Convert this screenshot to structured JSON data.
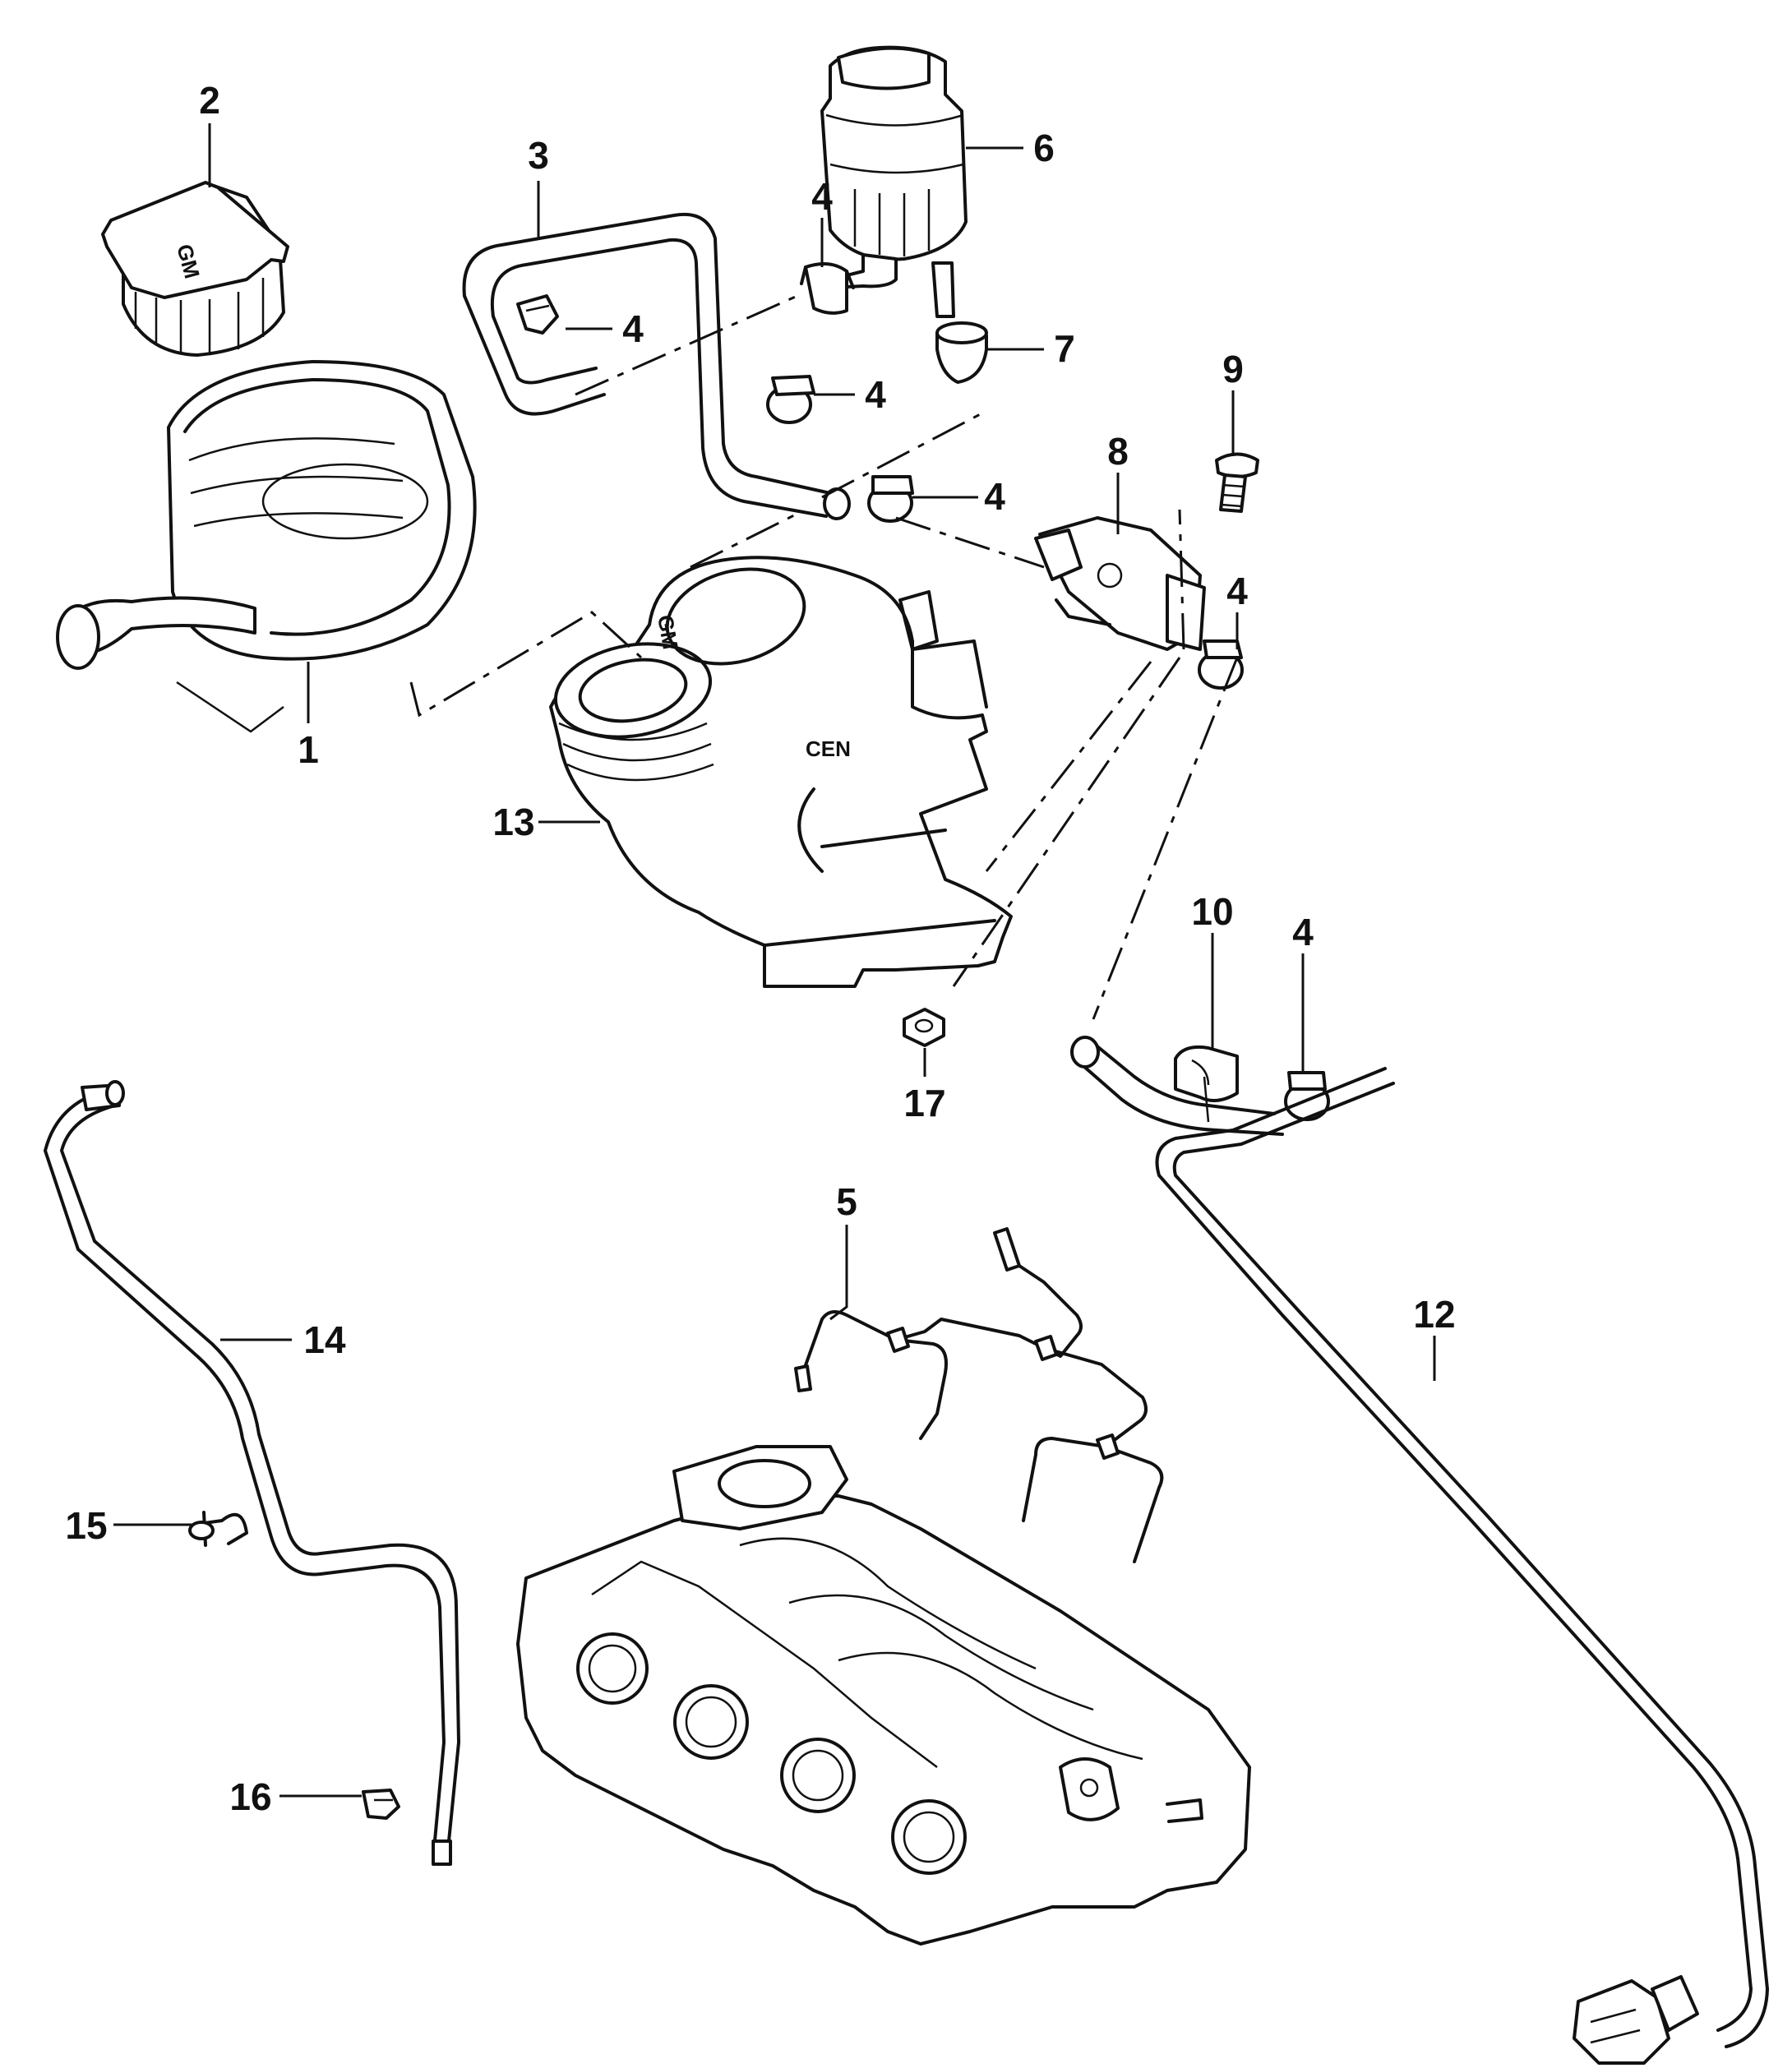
{
  "callouts": [
    {
      "id": "1",
      "label": "1"
    },
    {
      "id": "2",
      "label": "2"
    },
    {
      "id": "3",
      "label": "3"
    },
    {
      "id": "4a",
      "label": "4"
    },
    {
      "id": "4b",
      "label": "4"
    },
    {
      "id": "4c",
      "label": "4"
    },
    {
      "id": "4d",
      "label": "4"
    },
    {
      "id": "4e",
      "label": "4"
    },
    {
      "id": "4f",
      "label": "4"
    },
    {
      "id": "5",
      "label": "5"
    },
    {
      "id": "6",
      "label": "6"
    },
    {
      "id": "7",
      "label": "7"
    },
    {
      "id": "8",
      "label": "8"
    },
    {
      "id": "9",
      "label": "9"
    },
    {
      "id": "10",
      "label": "10"
    },
    {
      "id": "12",
      "label": "12"
    },
    {
      "id": "13",
      "label": "13"
    },
    {
      "id": "14",
      "label": "14"
    },
    {
      "id": "15",
      "label": "15"
    },
    {
      "id": "16",
      "label": "16"
    },
    {
      "id": "17",
      "label": "17"
    }
  ],
  "stamps": {
    "cap": "GM",
    "reservoir_left": "GM",
    "reservoir_right": "CEN"
  }
}
